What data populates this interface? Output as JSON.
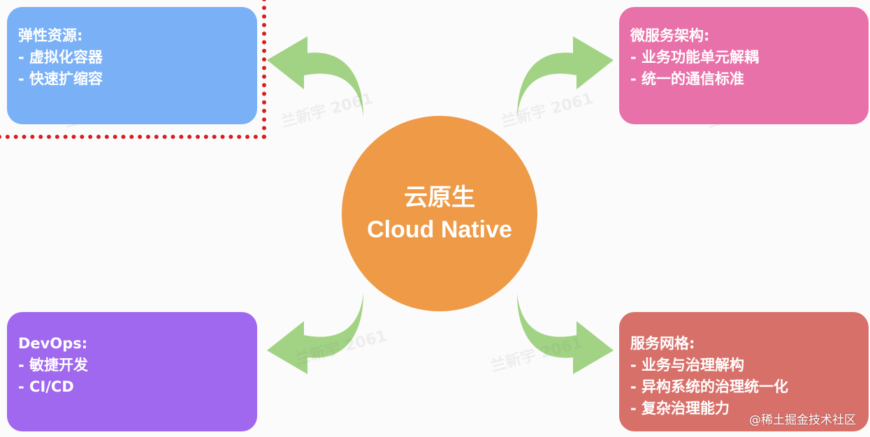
{
  "center": {
    "zh": "云原生",
    "en": "Cloud Native"
  },
  "boxes": {
    "elastic": {
      "title": "弹性资源:",
      "items": [
        "- 虚拟化容器",
        "- 快速扩缩容"
      ]
    },
    "microservice": {
      "title": "微服务架构:",
      "items": [
        "- 业务功能单元解耦",
        "- 统一的通信标准"
      ]
    },
    "devops": {
      "title": "DevOps:",
      "items": [
        "- 敏捷开发",
        "- CI/CD"
      ]
    },
    "mesh": {
      "title": "服务网格:",
      "items": [
        "- 业务与治理解构",
        "- 异构系统的治理统一化",
        "- 复杂治理能力"
      ]
    }
  },
  "watermark": "兰新宇 2061",
  "site_mark": "@稀土掘金技术社区",
  "colors": {
    "center": "#ee9a47",
    "elastic": "#7ab1f6",
    "microservice": "#e971a9",
    "devops": "#a068ee",
    "mesh": "#d8706a",
    "arrow": "#a2d384",
    "highlight": "#d81e1e"
  }
}
